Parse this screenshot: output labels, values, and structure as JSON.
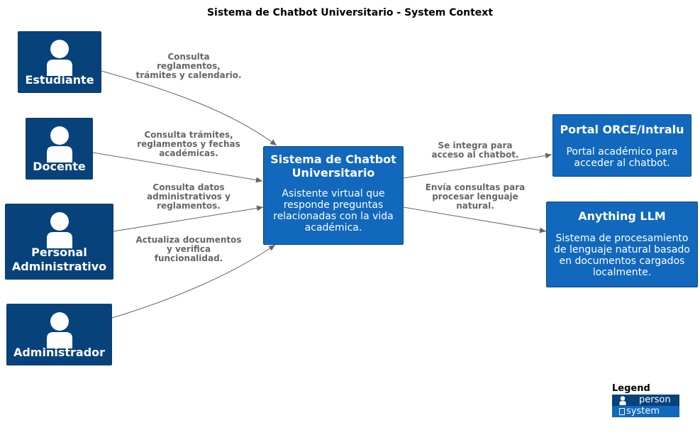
{
  "title": "Sistema de Chatbot Universitario - System Context",
  "persons": [
    {
      "id": "estudiante",
      "name": "Estudiante"
    },
    {
      "id": "docente",
      "name": "Docente"
    },
    {
      "id": "personal",
      "name": "Personal\nAdministrativo"
    },
    {
      "id": "administrador",
      "name": "Administrador"
    }
  ],
  "systems": [
    {
      "id": "chatbot",
      "name": "Sistema de Chatbot Universitario",
      "description": "Asistente virtual que responde preguntas relacionadas con la vida académica."
    },
    {
      "id": "portal",
      "name": "Portal ORCE/Intralu",
      "description": "Portal académico para acceder al chatbot."
    },
    {
      "id": "llm",
      "name": "Anything LLM",
      "description": "Sistema de procesamiento de lenguaje natural basado en documentos cargados localmente."
    }
  ],
  "relations": [
    {
      "from": "estudiante",
      "to": "chatbot",
      "label": "Consulta\nreglamentos,\ntrámites y calendario."
    },
    {
      "from": "docente",
      "to": "chatbot",
      "label": "Consulta trámites,\nreglamentos y fechas\nacadémicas."
    },
    {
      "from": "personal",
      "to": "chatbot",
      "label": "Consulta datos\nadministrativos y\nreglamentos."
    },
    {
      "from": "administrador",
      "to": "chatbot",
      "label": "Actualiza documentos\ny verifica\nfuncionalidad."
    },
    {
      "from": "chatbot",
      "to": "portal",
      "label": "Se integra para\nacceso al chatbot."
    },
    {
      "from": "chatbot",
      "to": "llm",
      "label": "Envía consultas para\nprocesar lenguaje\nnatural."
    }
  ],
  "legend": {
    "title": "Legend",
    "items": [
      {
        "label": "person",
        "color": "#08427b"
      },
      {
        "label": "system",
        "color": "#1168bd"
      }
    ]
  },
  "colors": {
    "person": "#08427b",
    "system": "#1168bd",
    "edge": "#666666"
  }
}
